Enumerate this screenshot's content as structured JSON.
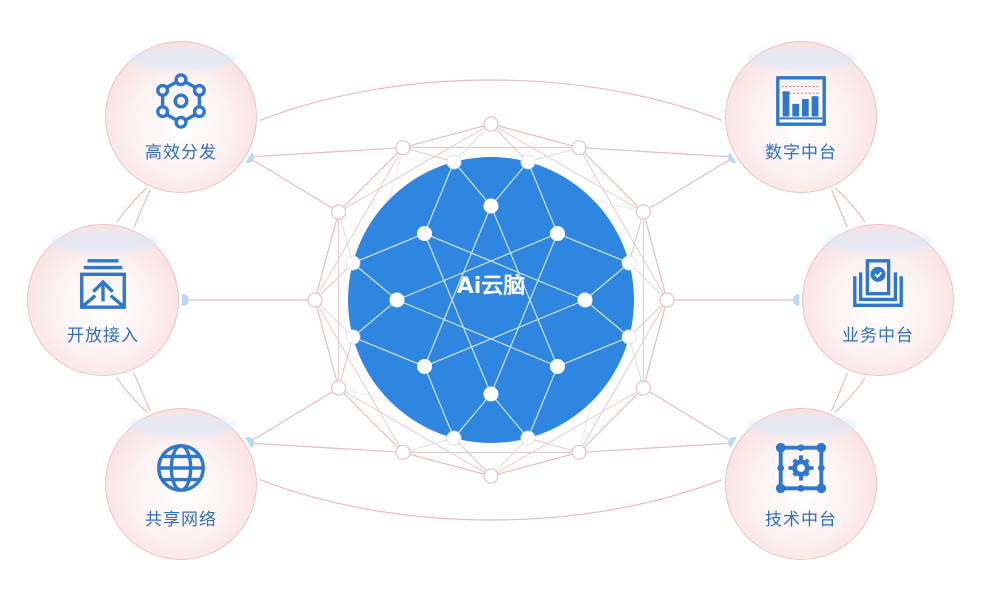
{
  "center": {
    "label": "Ai云脑",
    "color": "#2f86e0"
  },
  "satellites": [
    {
      "label": "高效分发",
      "icon": "hexagon-network-icon"
    },
    {
      "label": "开放接入",
      "icon": "upload-inbox-icon"
    },
    {
      "label": "共享网络",
      "icon": "globe-icon"
    },
    {
      "label": "数字中台",
      "icon": "bar-chart-icon"
    },
    {
      "label": "业务中台",
      "icon": "stacked-documents-check-icon"
    },
    {
      "label": "技术中台",
      "icon": "gear-board-icon"
    }
  ],
  "colors": {
    "icon": "#2f77cc",
    "line": "#e8bcbc",
    "accent_dot": "#b9d8f5"
  }
}
